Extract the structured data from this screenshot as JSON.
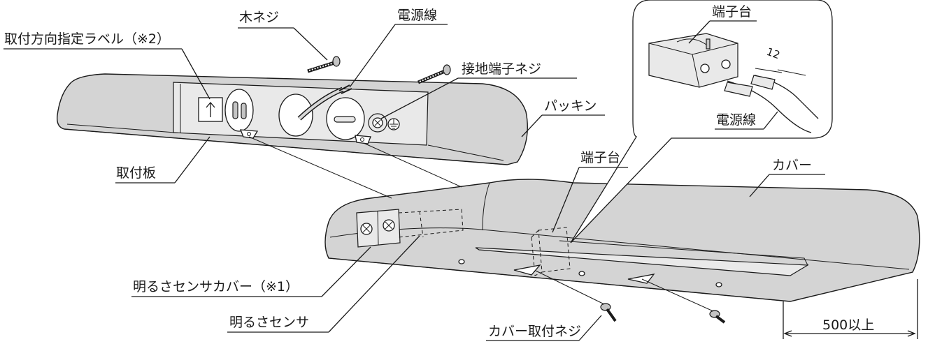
{
  "labels": {
    "wood_screw": "木ネジ",
    "power_cable_top": "電源線",
    "mounting_direction_label": "取付方向指定ラベル（※2）",
    "ground_terminal_screw": "接地端子ネジ",
    "packing": "パッキン",
    "mounting_plate": "取付板",
    "terminal_block_inset": "端子台",
    "power_cable_inset": "電源線",
    "terminal_block_main": "端子台",
    "cover": "カバー",
    "brightness_sensor_cover": "明るさセンサカバー（※1）",
    "brightness_sensor": "明るさセンサ",
    "cover_screw": "カバー取付ネジ",
    "clearance": "500以上",
    "strip_length": "12"
  },
  "icons": [
    "up-arrow-icon",
    "ground-symbol-icon",
    "screw-x-icon"
  ]
}
